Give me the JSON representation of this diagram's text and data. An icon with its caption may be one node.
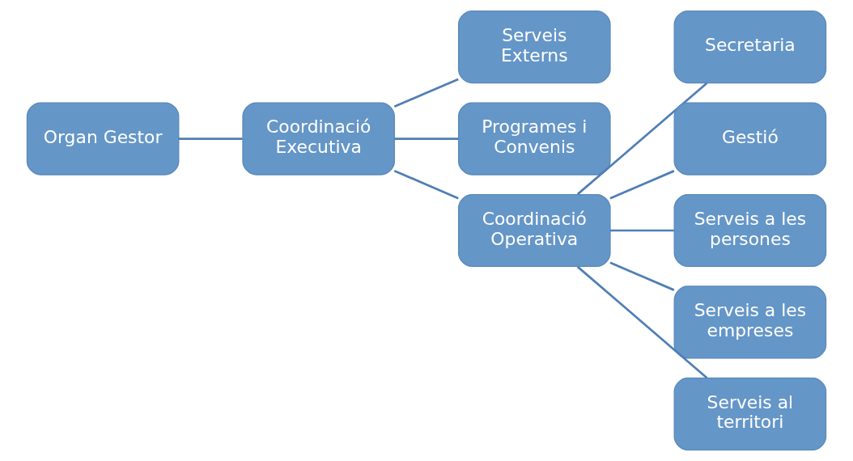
{
  "diagram": {
    "nodes": [
      {
        "text": [
          "Organ Gestor"
        ]
      },
      {
        "text": [
          "Coordinació Executiva"
        ]
      },
      {
        "text": [
          "Serveis Externs"
        ]
      },
      {
        "text": [
          "Programes i Convenis"
        ]
      },
      {
        "text": [
          "Coordinació Operativa"
        ]
      },
      {
        "text": [
          "Secretaria"
        ]
      },
      {
        "text": [
          "Gestió"
        ]
      },
      {
        "text": [
          "Serveis a les persones"
        ]
      },
      {
        "text": [
          "Serveis a les empreses"
        ]
      },
      {
        "text": [
          "Serveis al territori"
        ]
      }
    ],
    "edges": [
      {
        "from": 0,
        "to": 1,
        "arrow": "none"
      },
      {
        "from": 1,
        "to": 2,
        "arrow": "none"
      },
      {
        "from": 1,
        "to": 3,
        "arrow": "none"
      },
      {
        "from": 1,
        "to": 4,
        "arrow": "none"
      },
      {
        "from": 4,
        "to": 5,
        "arrow": "none"
      },
      {
        "from": 4,
        "to": 6,
        "arrow": "none"
      },
      {
        "from": 4,
        "to": 7,
        "arrow": "none"
      },
      {
        "from": 4,
        "to": 8,
        "arrow": "none"
      },
      {
        "from": 4,
        "to": 9,
        "arrow": "none"
      }
    ]
  }
}
